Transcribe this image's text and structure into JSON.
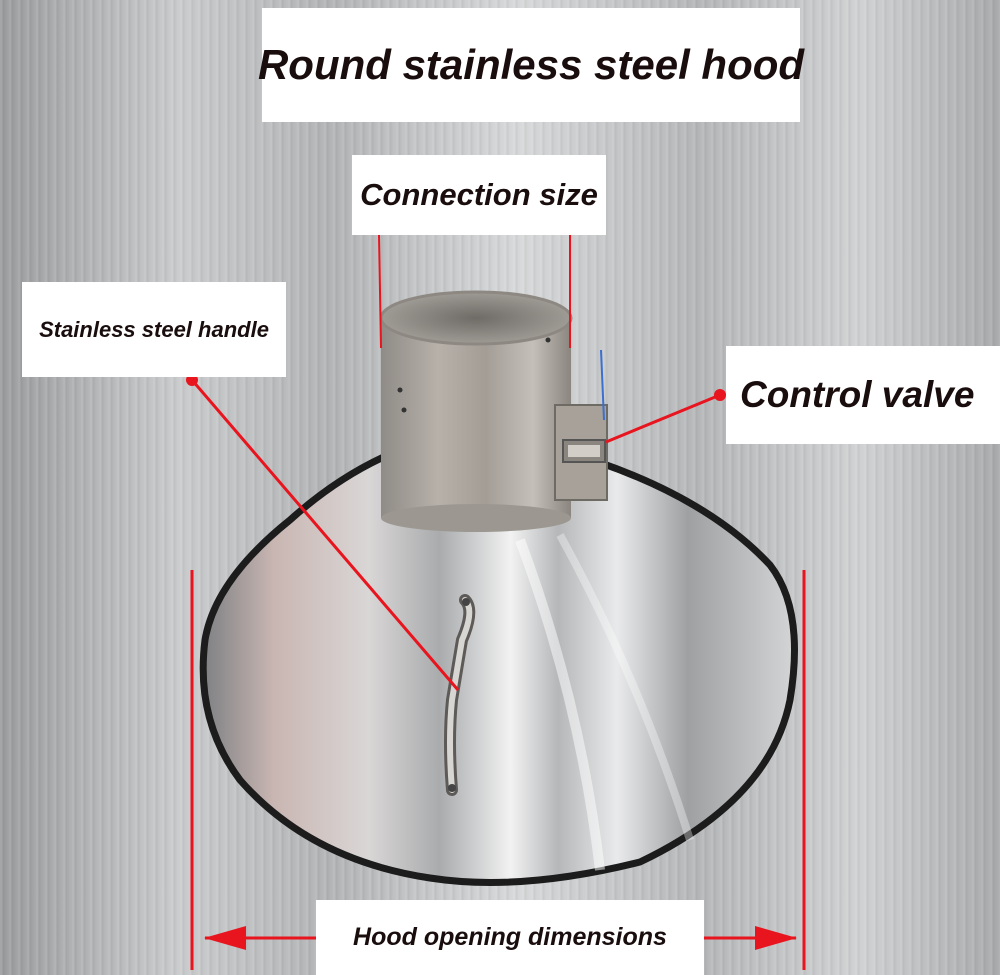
{
  "labels": {
    "title": "Round stainless steel hood",
    "connection_size": "Connection size",
    "handle": "Stainless steel handle",
    "control_valve": "Control valve",
    "opening_dimensions": "Hood opening dimensions"
  },
  "colors": {
    "annotation_red": "#e8141e",
    "text": "#1a0d0d",
    "label_background": "#ffffff",
    "rim": "#1c1c1c"
  }
}
